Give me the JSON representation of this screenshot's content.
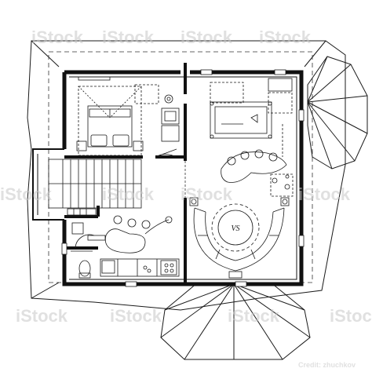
{
  "watermark": {
    "brand": "iStock",
    "credit": "Credit: zhuchkov"
  },
  "plan": {
    "stroke_color": "#1a1a1a",
    "wall_color": "#111111",
    "background": "#ffffff",
    "lounge_logo": "VS"
  }
}
